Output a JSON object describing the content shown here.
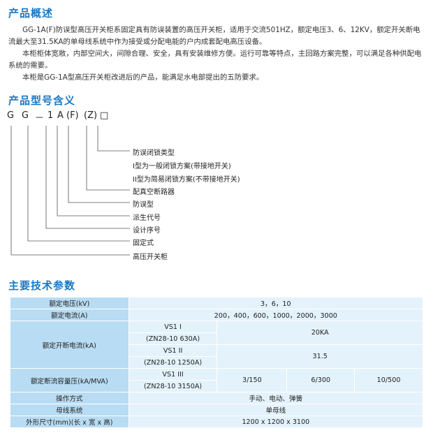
{
  "overview": {
    "title": "产品概述",
    "p1": "GG-1A(F)防误型高压开关柜系固定具有防误装置的高压开关柜，适用于交流501HZ，额定电压3、6、12KV，额定开关断电流最大至31.5KA的单母线系统中作为接受或分配电能的户内成套配电高压设备。",
    "p2": "本柜柜体宽敞，内部空间大，间隙合理、安全，具有安装维修方便。运行可靠等特点，主回路方案完整，可以满足各种供配电系统的需要。",
    "p3": "本柜是GG-1A型高压开关柜改进后的产品，能满足水电部提出的五防要求。"
  },
  "model": {
    "title": "产品型号含义",
    "chars": [
      "G",
      "G",
      "－",
      "1",
      "A",
      "(F)",
      "(Z)",
      "□"
    ],
    "labels": [
      "防误闭锁类型",
      "I型为一般闭锁方案(带接地开关)",
      "II型为简易闭锁方案(不带接地开关)",
      "配真空断路器",
      "防误型",
      "派生代号",
      "设计序号",
      "固定式",
      "高压开关柜"
    ]
  },
  "specs": {
    "title": "主要技术参数",
    "rated_voltage": {
      "label": "额定电压(kV)",
      "value": "3，6，10"
    },
    "rated_current": {
      "label": "额定电流(A)",
      "value": "200，400，600，1000，2000，3000"
    },
    "breaking_current": {
      "label": "额定开断电流(kA)",
      "r1_model": "VS1 I",
      "r1_sub": "(ZN28-10 630A)",
      "r1_value": "20KA",
      "r2_model": "VS1 II",
      "r2_sub": "(ZN28-10 1250A)",
      "r2_value": "31.5"
    },
    "breaking_capacity": {
      "label": "额定断流容量压(kA/MVA)",
      "model": "VS1 III",
      "sub": "(ZN28-10 3150A)",
      "v1": "3/150",
      "v2": "6/300",
      "v3": "10/500"
    },
    "operation": {
      "label": "操作方式",
      "value": "手动、电动、弹簧"
    },
    "busbar": {
      "label": "母线系统",
      "value": "单母线"
    },
    "dimensions": {
      "label": "外形尺寸(mm)(长 x 宽 x 高)",
      "value": "1200 x 1200 x 3100"
    }
  },
  "colors": {
    "title_blue": "#1a78c2",
    "header_cell": "#b8dcf3",
    "value_cell": "#e3f2fb"
  }
}
